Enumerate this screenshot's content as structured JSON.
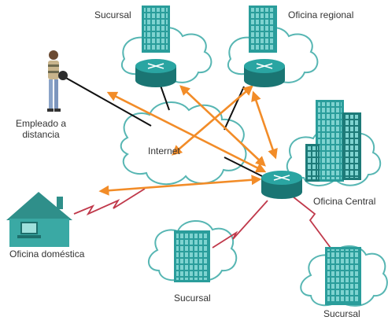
{
  "labels": {
    "branch_top": "Sucursal",
    "regional_office": "Oficina regional",
    "teleworker": "Empleado a distancia",
    "teleworker_line1": "Empleado a",
    "teleworker_line2": "distancia",
    "internet": "Internet",
    "central_office": "Oficina Central",
    "home_office": "Oficina doméstica",
    "branch_bottom_left": "Sucursal",
    "branch_bottom_right": "Sucursal"
  },
  "colors": {
    "building": "#2a9d9b",
    "building_dark": "#1d7a78",
    "window": "#7fd3d0",
    "router": "#1f8f8c",
    "cloud_stroke": "#57b6b3",
    "vpn_arrow": "#f28c28",
    "wan_link": "#c0394b",
    "ethernet": "#111111",
    "house": "#3aa9a4"
  },
  "icons": [
    "building-icon",
    "router-icon",
    "cloud-icon",
    "person-icon",
    "house-icon",
    "computer-icon"
  ]
}
